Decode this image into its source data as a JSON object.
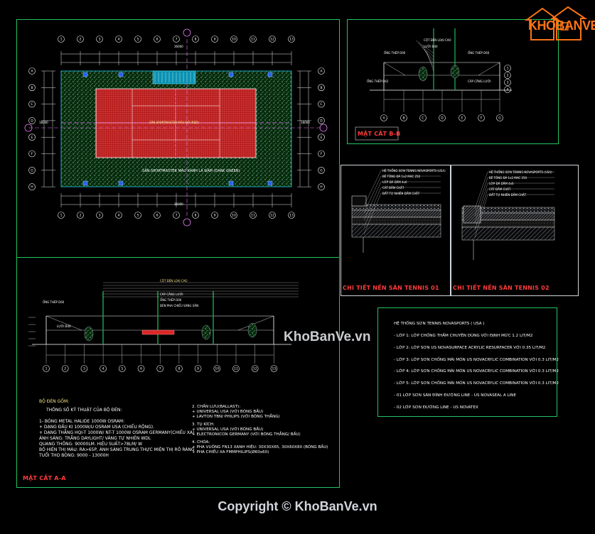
{
  "logo": {
    "text": "KHOBANVE"
  },
  "court_plan": {
    "court_label": "SÂN SPORTMASTER MÀU ĐỎ (RED)",
    "banner_label": "SÂN SPORTMASTER MÀU XANH LÁ ĐẬM (DARK GREEN)",
    "grid_letters": [
      "A",
      "B",
      "C",
      "D",
      "E",
      "F",
      "G",
      "H"
    ],
    "grid_numbers": [
      "1",
      "2",
      "3",
      "4",
      "5",
      "6",
      "7",
      "8",
      "9",
      "10",
      "11",
      "12",
      "13"
    ],
    "top_dim": "36000",
    "bottom_dim": "36000",
    "left_dim": "18000",
    "right_dim": "18000"
  },
  "section_bb": {
    "title": "MẶT CẮT B-B",
    "labels": [
      "CỘT ĐÈN LOẠI CAO",
      "ỐNG THÉP D90",
      "ỐNG THÉP D60",
      "ỐNG THÉP D42",
      "LƯỚI B40",
      "CÁP CĂNG LƯỚI"
    ]
  },
  "detail_01": {
    "title": "CHI TIẾT NỀN SÂN TENNIS 01",
    "layers": [
      "HỆ THỐNG SƠN TENNIS NOVASPORTS (USA)",
      "BÊ TÔNG ĐÁ 1x2 MAC 250",
      "LỚP ĐÁ DĂM 4x6",
      "CÁT ĐẦM CHẶT",
      "ĐẤT TỰ NHIÊN ĐẦM CHẶT"
    ]
  },
  "detail_02": {
    "title": "CHI TIẾT NỀN SÂN TENNIS 02",
    "layers": [
      "HỆ THỐNG SƠN TENNIS NOVASPORTS (USA)",
      "BÊ TÔNG ĐÁ 1x2 MAC 250",
      "LỚP ĐÁ DĂM 4x6",
      "CÁT ĐẦM CHẶT",
      "ĐẤT TỰ NHIÊN ĐẦM CHẶT"
    ]
  },
  "section_aa": {
    "title": "MẶT CẮT A-A",
    "labels": [
      "CỘT ĐÈN LOẠI CAO",
      "CÁP CĂNG LƯỚI",
      "ỐNG THÉP D90",
      "ỐNG THÉP D60",
      "LƯỚI B40",
      "ĐÈN PHA CHIẾU SÁNG SÂN"
    ]
  },
  "lighting_notes": {
    "heading": "BỘ ĐÈN GỒM:",
    "subheading": "THÔNG SỐ KỸ THUẬT CỦA BỘ ĐÈN:",
    "left": [
      "1- BÓNG METAL HALIDE 1000W OSRAM:",
      "+ DẠNG ĐẦU KI 1000W/U OSRAM USA (CHIẾU RỘNG).",
      "+ DẠNG THẲNG HQI-T 1000W/ NT-T 1000W OSRAM GERMANY(CHIẾU XA)",
      "ÁNH SÁNG: TRẮNG DAYLIGHT/ VÀNG TỰ NHIÊN WDL",
      "QUANG THÔNG: 90000LM. HIỆU SUẤT>78LM/ W",
      "BỘ HIỆN THỊ MÀU: RA>65P, ÁNH SÁNG TRUNG THỰC MIỆN THỊ RÕ RÀNG",
      "TUỔI THỌ BÓNG: 9000 - 13000H"
    ],
    "right": [
      "2. CHẤN LƯU(BALLAST):",
      "+ UNIVERSAL USA (VỚI BÓNG BẦU)",
      "+ LAVTON  TBN/ PHILIPS (VỚI BÓNG THẲNG)",
      "3. TỤ KÍCH:",
      "+ UNIVERSAL USA (VỚI BÓNG BẦU)",
      "+ ELECTRONICON GERMANY (VỚI BÓNG THẲNG/ BẦU)",
      "4. CHÓA:",
      "+ PHA VUÔNG FN13 XANH HIỆU: 30X30X65, 30X60X80 (BÓNG BẦU)",
      "+ PHA CHIẾU XA FMMPHILIPS(Ø60x60)"
    ]
  },
  "paint_spec": {
    "heading": "HỆ THỐNG SƠN TENNIS NOVASPORTS ( USA )",
    "layers": [
      "- LỚP 1: LỚP CHỐNG THẤM CHUYÊN DÙNG VỚI ĐỊNH MỨC 1.2 LIT/M2",
      "- LỚP 2: LỚP SƠN US NOVASURFACE ACRYLIC RESURFACER VỚI 0.35 LIT/M2",
      "- LỚP 3: LỚP SƠN CHỐNG MÀI MÒN US NOVACRYLIC COMBINATION VỚI 0.3 LIT/M2",
      "- LỚP 4: LỚP SƠN CHỐNG MÀI MÒN US NOVACRYLIC COMBINATION VỚI 0.3 LIT/M2",
      "- LỚP 5: LỚP SƠN CHỐNG MÀI MÒN US NOVACRYLIC COMBINATION VỚI 0.3 LIT/M2",
      "- 01 LỚP SƠN SÀN ĐÌNH ĐƯỜNG LINE - US NOVASEAL A LINE",
      "- 02 LỚP SƠN ĐƯỜNG LINE - US NOVATEX"
    ]
  },
  "watermark": {
    "center": "KhoBanVe.vn",
    "footer": "Copyright © KhoBanVe.vn"
  }
}
